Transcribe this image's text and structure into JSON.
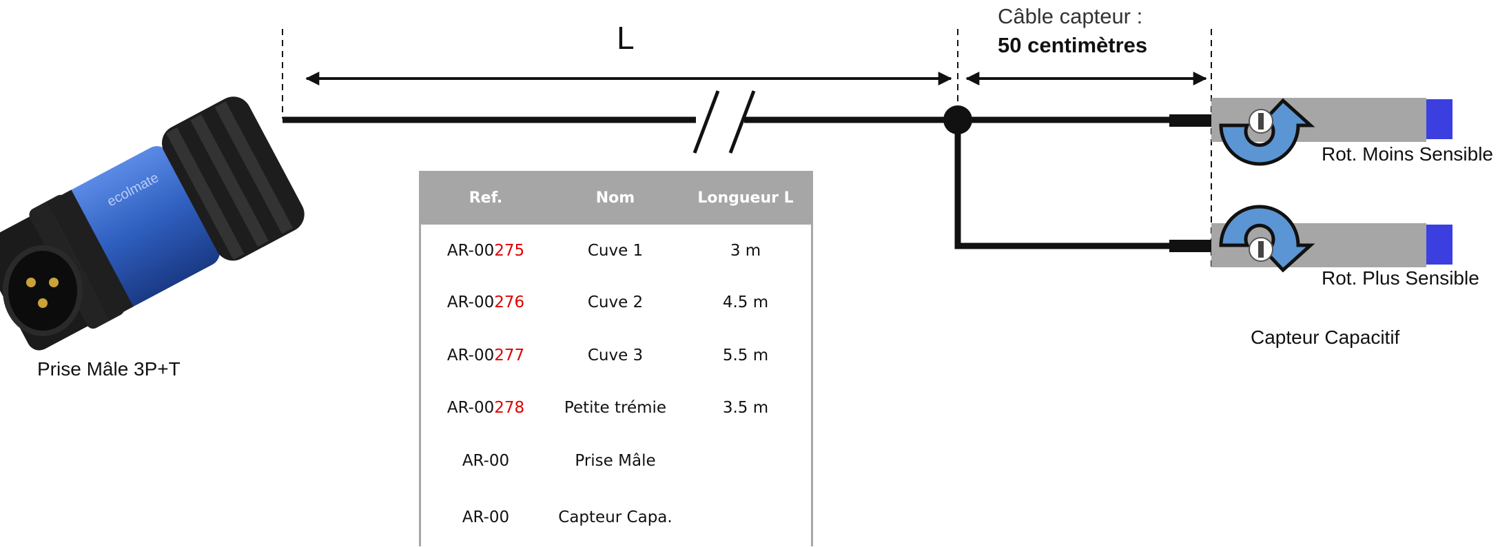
{
  "labels": {
    "length_marker": "L",
    "sensor_cable_title": "Câble capteur :",
    "sensor_cable_length": "50 centimètres",
    "plug": "Prise Mâle 3P+T",
    "sensor_less_sensitive": "Rot. Moins Sensible",
    "sensor_more_sensitive": "Rot. Plus Sensible",
    "sensor": "Capteur Capacitif"
  },
  "plug_brand": "ecolmate",
  "table": {
    "headers": [
      "Ref.",
      "Nom",
      "Longueur L"
    ],
    "rows": [
      {
        "ref_prefix": "AR-00",
        "ref_suffix": "275",
        "nom": "Cuve 1",
        "longueur": "3 m"
      },
      {
        "ref_prefix": "AR-00",
        "ref_suffix": "276",
        "nom": "Cuve 2",
        "longueur": "4.5 m"
      },
      {
        "ref_prefix": "AR-00",
        "ref_suffix": "277",
        "nom": "Cuve 3",
        "longueur": "5.5 m"
      },
      {
        "ref_prefix": "AR-00",
        "ref_suffix": "278",
        "nom": "Petite trémie",
        "longueur": "3.5 m"
      },
      {
        "ref_prefix": "AR-00",
        "ref_suffix": "",
        "nom": "Prise Mâle",
        "longueur": ""
      },
      {
        "ref_prefix": "AR-00",
        "ref_suffix": "",
        "nom": "Capteur Capa.",
        "longueur": ""
      }
    ]
  },
  "colors": {
    "connector_body": "#1b1b1b",
    "connector_accent": "#2f5fbf",
    "sensor_body": "#a6a6a6",
    "sensor_cap": "#3b3fe0",
    "rotation_arrow": "#5b95d3",
    "table_header": "#a6a6a6",
    "ref_highlight": "#e00000"
  }
}
